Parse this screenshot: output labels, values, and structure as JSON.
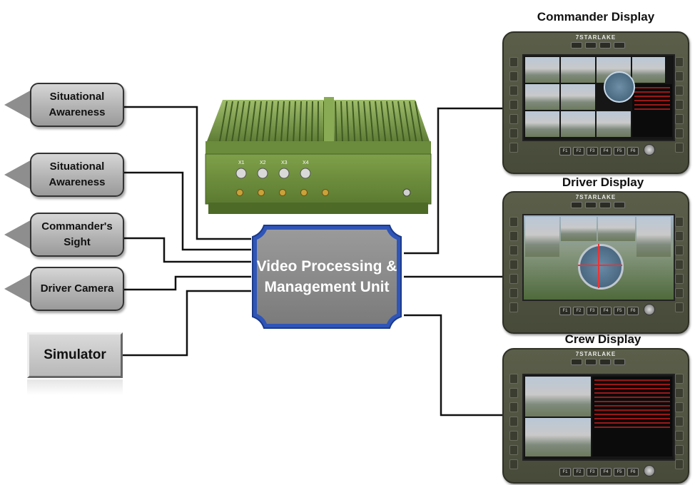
{
  "inputs": {
    "situational_awareness_1": "Situational Awareness",
    "situational_awareness_2": "Situational Awareness",
    "commanders_sight": "Commander's Sight",
    "driver_camera": "Driver Camera",
    "simulator": "Simulator"
  },
  "hardware": {
    "ports_video": [
      "X1",
      "X2",
      "X3",
      "X4"
    ]
  },
  "processor": {
    "label": "Video Processing & Management Unit"
  },
  "displays": {
    "commander": {
      "title": "Commander Display",
      "brand": "7STARLAKE"
    },
    "driver": {
      "title": "Driver Display",
      "brand": "7STARLAKE"
    },
    "crew": {
      "title": "Crew Display",
      "brand": "7STARLAKE"
    },
    "function_keys": [
      "F1",
      "F2",
      "F3",
      "F4",
      "F5",
      "F6"
    ]
  },
  "colors": {
    "connector": "#111111",
    "unit_fill": "#8e8e8e",
    "unit_border": "#2f55b8",
    "camera_fill": "#b3b3b3",
    "hardware_green": "#7a9a4a"
  }
}
